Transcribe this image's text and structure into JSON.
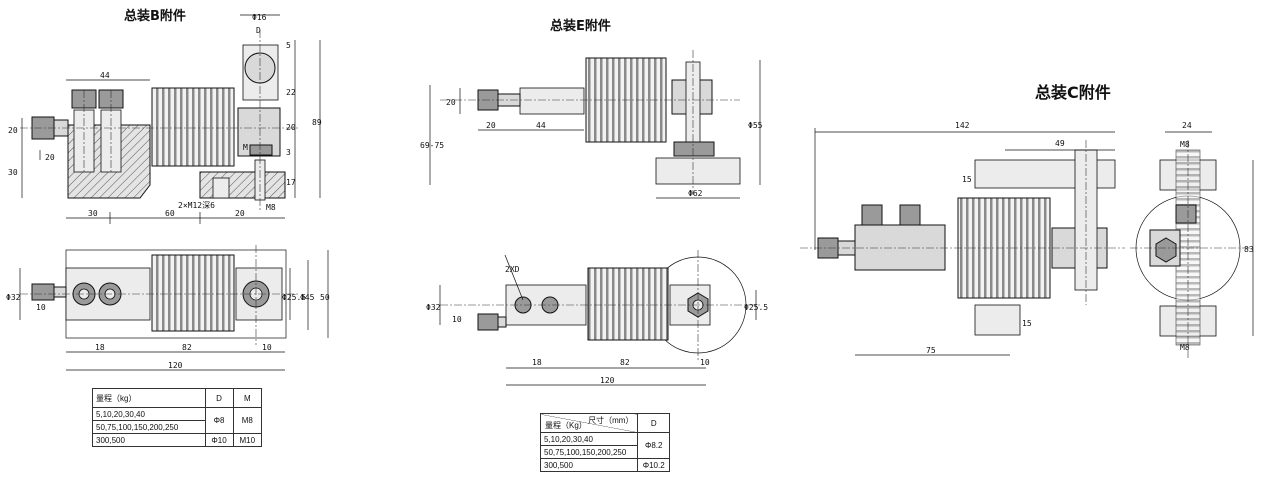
{
  "titles": {
    "b": "总装B附件",
    "e": "总装E附件",
    "c": "总装C附件"
  },
  "dims_b": {
    "d16": "Φ16",
    "D": "D",
    "d5": "5",
    "d22": "22",
    "d20r": "20",
    "d3": "3",
    "d89": "89",
    "d17": "17",
    "d44": "44",
    "d20a": "20",
    "d30v": "30",
    "d20b": "20",
    "M": "M",
    "d30": "30",
    "d60": "60",
    "d20c": "20",
    "note": "2×M12深6",
    "m8": "M8",
    "phi32": "Φ32",
    "d10": "10",
    "phi25": "Φ25.5",
    "phi45": "Φ45",
    "d50": "50",
    "d18": "18",
    "d82": "82",
    "d10b": "10",
    "d120": "120"
  },
  "dims_e": {
    "d20v": "20",
    "d6975": "69-75",
    "d20": "20",
    "d44": "44",
    "phi55": "Φ55",
    "phi62": "Φ62",
    "note2": "2XD",
    "phi32": "Φ32",
    "d10": "10",
    "phi25": "Φ25.5",
    "d18": "18",
    "d82": "82",
    "d10b": "10",
    "d120": "120"
  },
  "dims_c": {
    "d142": "142",
    "d49": "49",
    "d15": "15",
    "d15b": "15",
    "d75": "75",
    "d24": "24",
    "m8a": "M8",
    "m8b": "M8",
    "d83": "83"
  },
  "table_b": {
    "h_range": "量程（kg）",
    "h_d": "D",
    "h_m": "M",
    "r1": "5,10,20,30,40",
    "r2": "50,75,100,150,200,250",
    "r3": "300,500",
    "d1": "Φ8",
    "m1": "M8",
    "d2": "Φ10",
    "m2": "M10"
  },
  "table_e": {
    "h_size": "尺寸（mm）",
    "h_range": "量程（Kg）",
    "h_d": "D",
    "r1": "5,10,20,30,40",
    "r2": "50,75,100,150,200,250",
    "r3": "300,500",
    "d1": "Φ8.2",
    "d2": "Φ10.2"
  }
}
